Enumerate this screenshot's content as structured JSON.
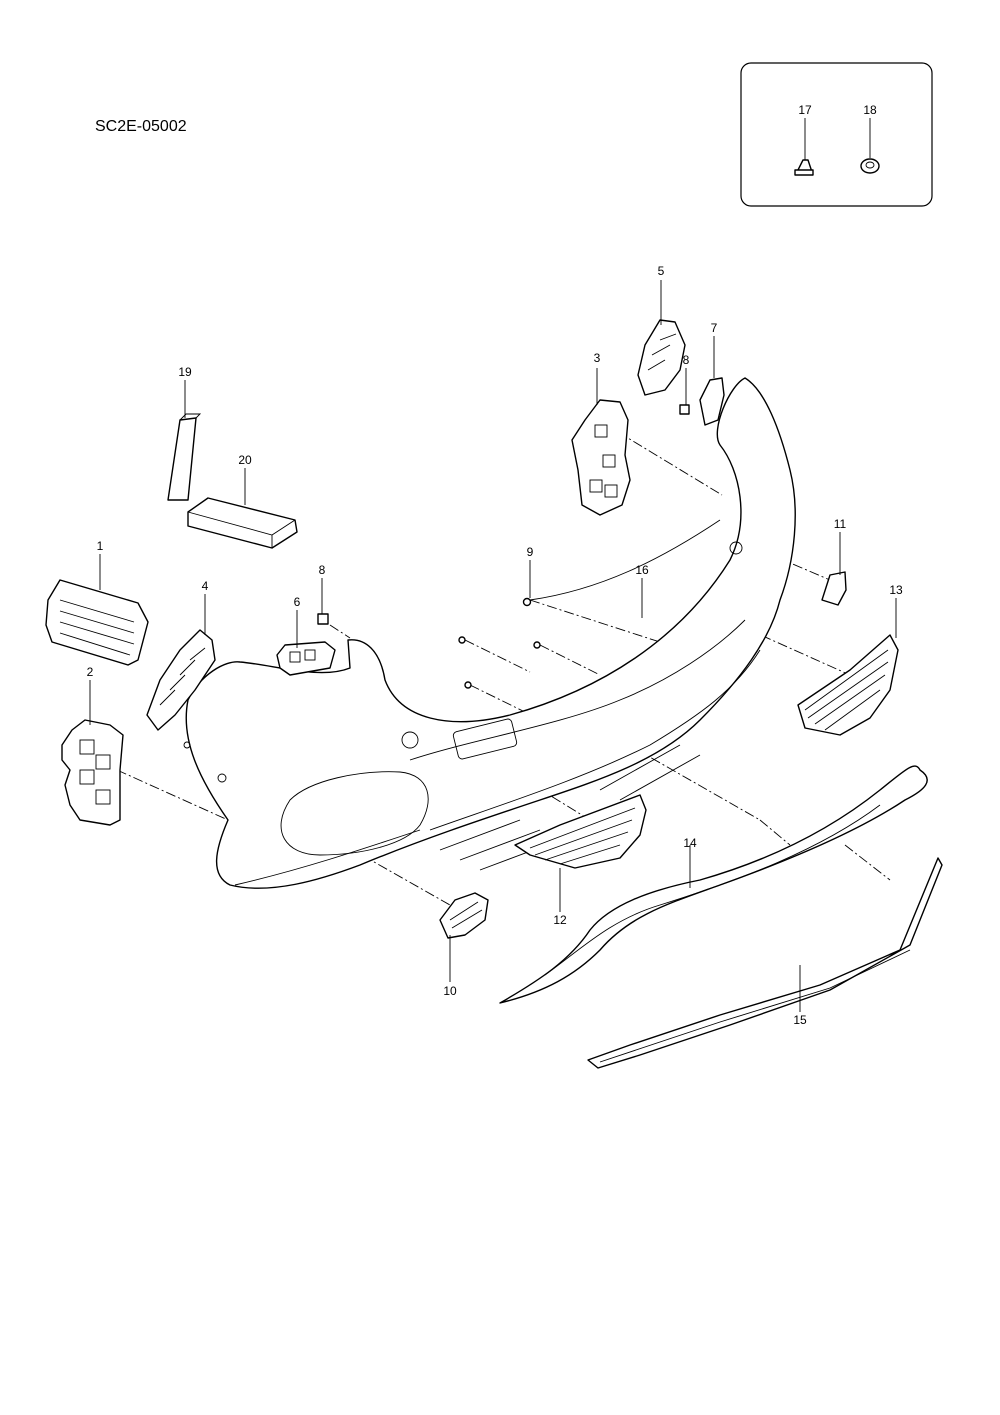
{
  "diagram": {
    "code": "SC2E-05002",
    "inset_callouts": [
      {
        "id": "17",
        "label": "17"
      },
      {
        "id": "18",
        "label": "18"
      }
    ],
    "callouts": [
      {
        "id": "1",
        "label": "1"
      },
      {
        "id": "2",
        "label": "2"
      },
      {
        "id": "3",
        "label": "3"
      },
      {
        "id": "4",
        "label": "4"
      },
      {
        "id": "5",
        "label": "5"
      },
      {
        "id": "6",
        "label": "6"
      },
      {
        "id": "7",
        "label": "7"
      },
      {
        "id": "8a",
        "label": "8"
      },
      {
        "id": "8b",
        "label": "8"
      },
      {
        "id": "9",
        "label": "9"
      },
      {
        "id": "10",
        "label": "10"
      },
      {
        "id": "11",
        "label": "11"
      },
      {
        "id": "12",
        "label": "12"
      },
      {
        "id": "13",
        "label": "13"
      },
      {
        "id": "14",
        "label": "14"
      },
      {
        "id": "15",
        "label": "15"
      },
      {
        "id": "16",
        "label": "16"
      },
      {
        "id": "19",
        "label": "19"
      },
      {
        "id": "20",
        "label": "20"
      }
    ]
  }
}
